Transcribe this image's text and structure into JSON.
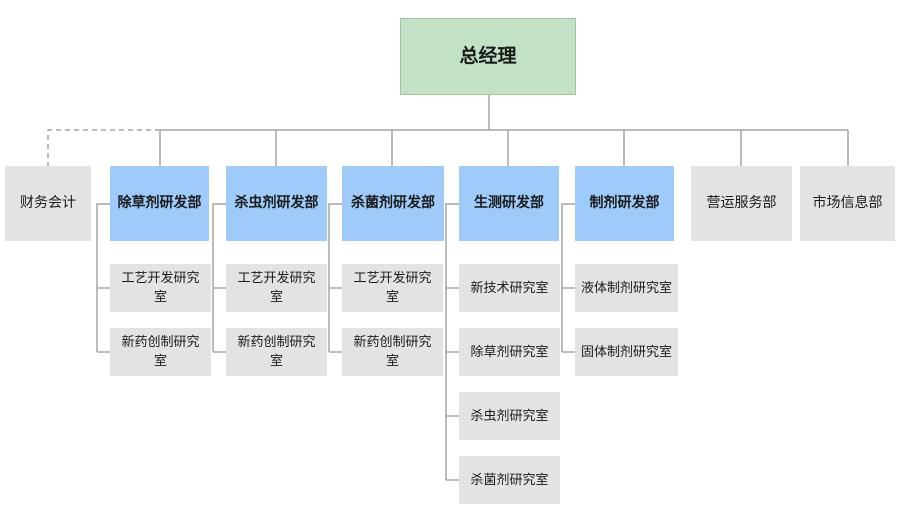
{
  "root": {
    "label": "总经理"
  },
  "finance": {
    "label": "财务会计"
  },
  "departments": [
    {
      "label": "除草剂研发部",
      "subs": [
        "工艺开发研究室",
        "新药创制研究室"
      ]
    },
    {
      "label": "杀虫剂研发部",
      "subs": [
        "工艺开发研究室",
        "新药创制研究室"
      ]
    },
    {
      "label": "杀菌剂研发部",
      "subs": [
        "工艺开发研究室",
        "新药创制研究室"
      ]
    },
    {
      "label": "生测研发部",
      "subs": [
        "新技术研究室",
        "除草剂研究室",
        "杀虫剂研究室",
        "杀菌剂研究室"
      ]
    },
    {
      "label": "制剂研发部",
      "subs": [
        "液体制剂研究室",
        "固体制剂研究室"
      ]
    }
  ],
  "operations": {
    "label": "营运服务部"
  },
  "marketing": {
    "label": "市场信息部"
  },
  "colors": {
    "root_fill": "#c3e2c5",
    "department_fill": "#9ecbf9",
    "unit_fill": "#e3e3e3",
    "connector": "#a6a6a6"
  }
}
